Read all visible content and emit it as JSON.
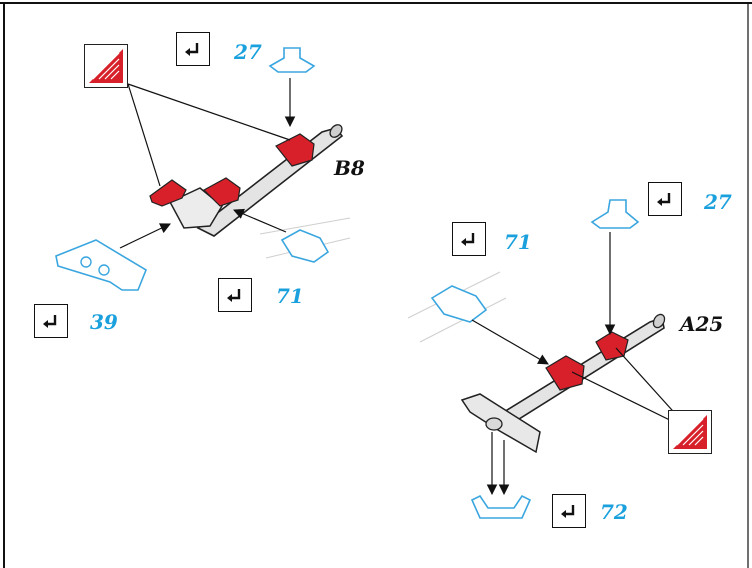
{
  "parts": {
    "b8": "B8",
    "a25": "A25"
  },
  "callouts": {
    "c1": "27",
    "c2": "71",
    "c3": "39",
    "c4": "27",
    "c5": "71",
    "c6": "72"
  },
  "colors": {
    "accent_red": "#d8202a",
    "number_blue": "#1aa0dc",
    "line_blue": "#3aa6df",
    "ink": "#111111",
    "shaft_gray": "#d9d9d9"
  },
  "icons": {
    "callout": "bend-arrow-icon",
    "swatch": "red-paint-swatch-icon"
  }
}
